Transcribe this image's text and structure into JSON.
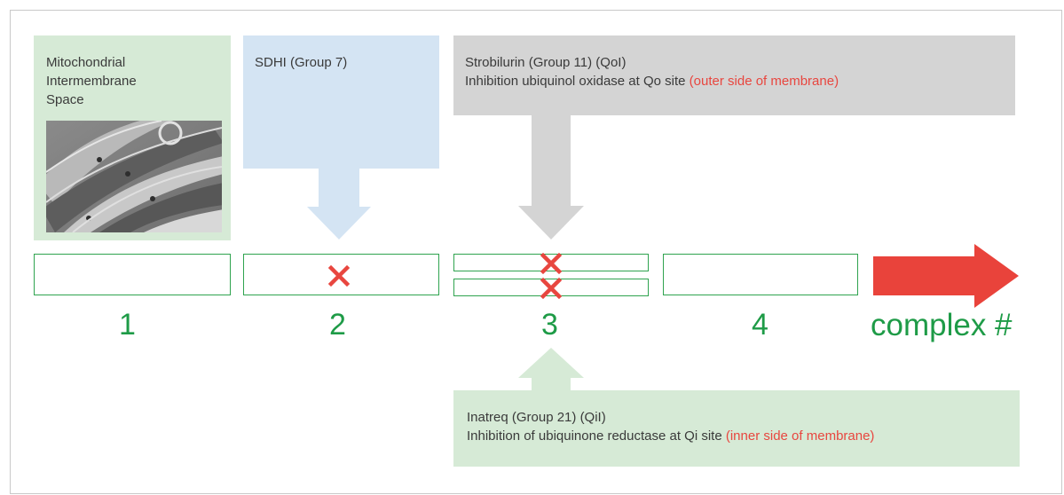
{
  "labels": {
    "space_line1": "Mitochondrial",
    "space_line2": "Intermembrane",
    "space_line3": "Space",
    "sdhi": "SDHI (Group 7)",
    "strobilurin_title": "Strobilurin (Group 11) (QoI)",
    "strobilurin_desc": "Inhibition ubiquinol oxidase at Qo site ",
    "strobilurin_note": "(outer side of membrane)",
    "inatreq_title": "Inatreq (Group 21) (QiI)",
    "inatreq_desc": "Inhibition of ubiquinone reductase at Qi site ",
    "inatreq_note": "(inner side of membrane)"
  },
  "complexes": [
    "1",
    "2",
    "3",
    "4"
  ],
  "complex_label": "complex #",
  "colors": {
    "green_box": "#d6ead6",
    "blue_box": "#d4e4f3",
    "grey_box": "#d4d4d4",
    "complex_green": "#1e9b47",
    "inhibit_red": "#e8463f",
    "arrow_red": "#e9433b"
  },
  "icons": {
    "inhibition_mark": "red-x-icon",
    "flow_arrow": "red-right-arrow"
  }
}
